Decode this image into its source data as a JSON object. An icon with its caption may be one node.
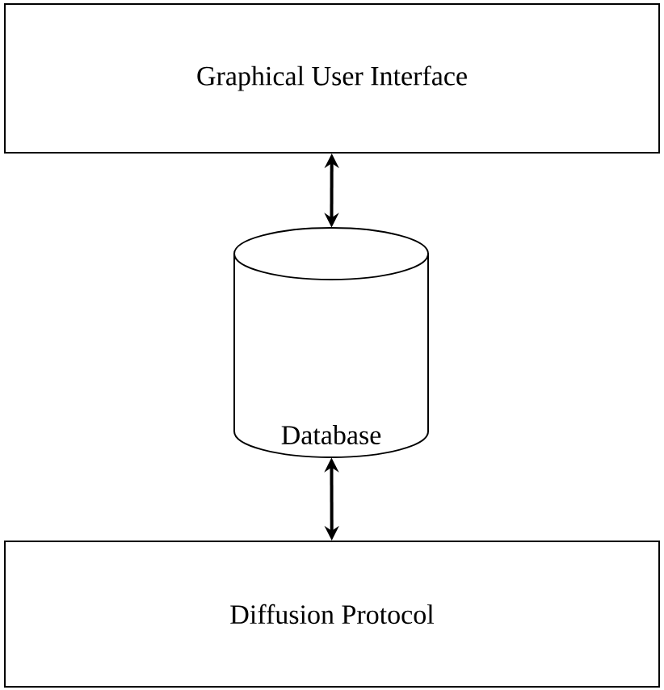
{
  "diagram": {
    "nodes": [
      {
        "text": [
          "Graphical User Interface"
        ]
      },
      {
        "text": [
          "Database"
        ]
      },
      {
        "text": [
          "Diffusion Protocol"
        ]
      }
    ],
    "edges": [
      {
        "from": 0,
        "to": 1,
        "arrow": "both"
      },
      {
        "from": 1,
        "to": 2,
        "arrow": "both"
      }
    ]
  }
}
